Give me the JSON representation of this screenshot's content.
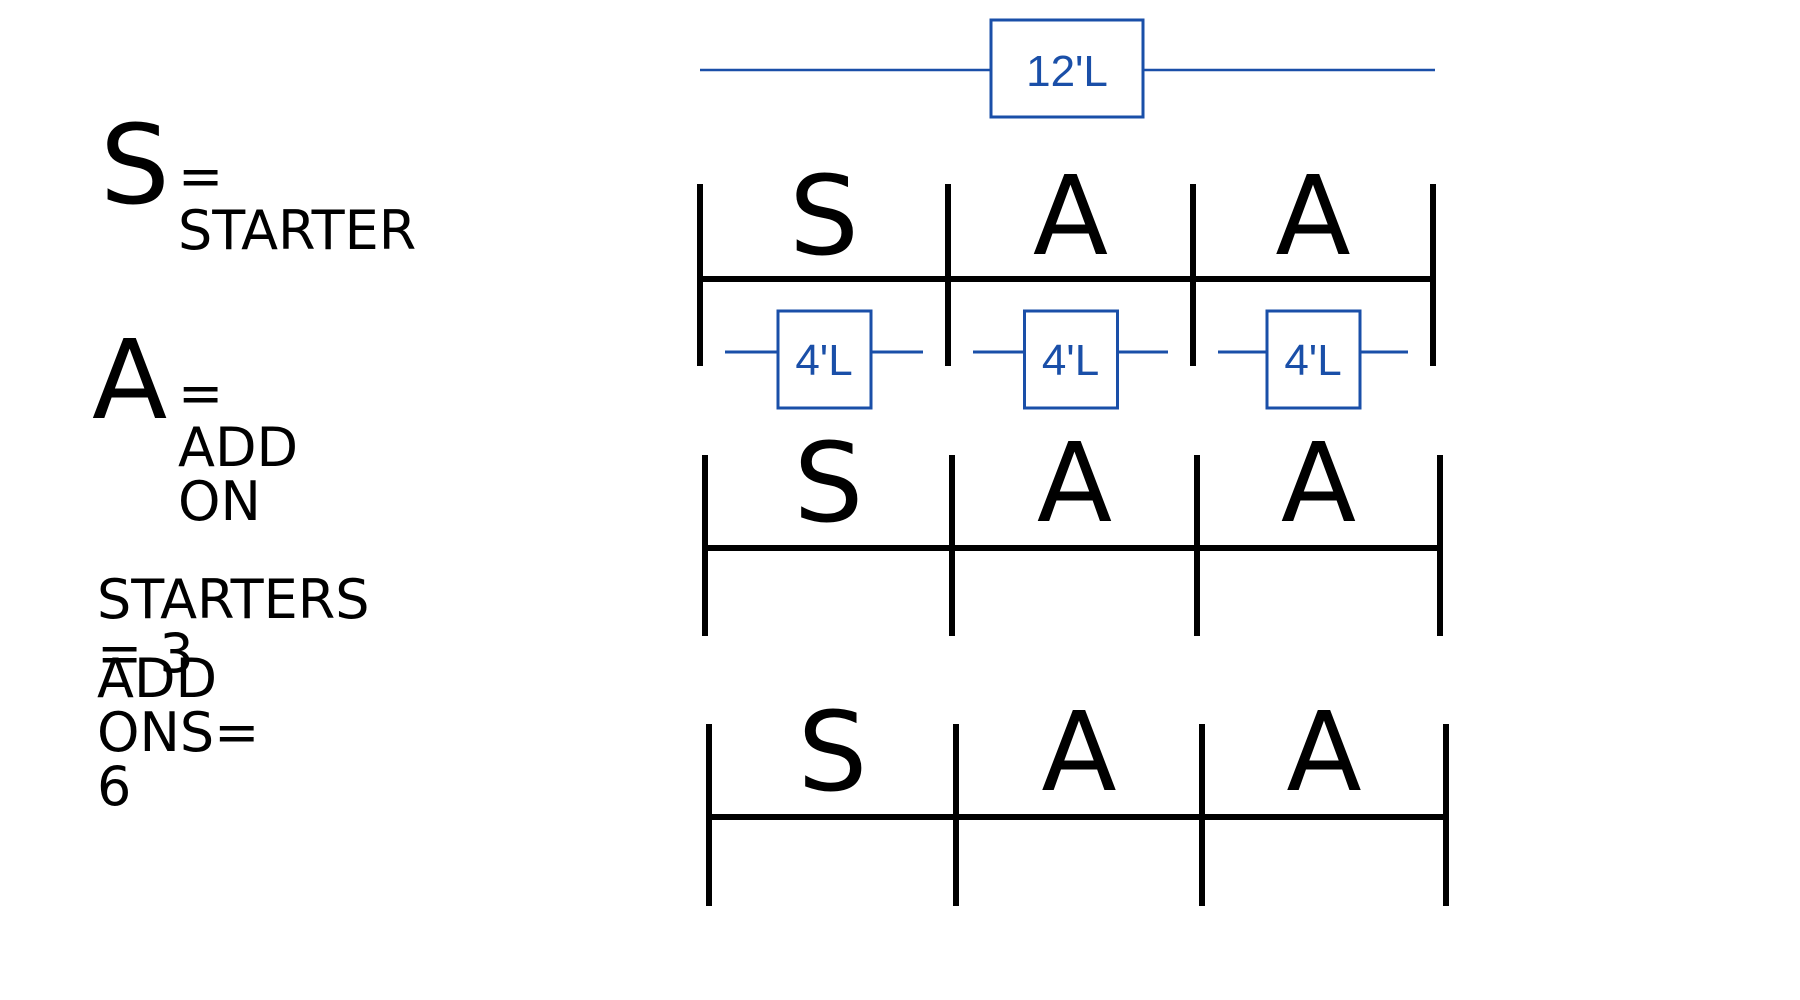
{
  "legend": {
    "starter_symbol": "S",
    "starter_text": "= STARTER",
    "addon_symbol": "A",
    "addon_text": "= ADD ON"
  },
  "totals": {
    "starters_line": "STARTERS = 3",
    "addons_line": "ADD ONS= 6"
  },
  "overall_dimension": "12'L",
  "segment_dimension": "4'L",
  "rows": [
    {
      "segments": [
        "S",
        "A",
        "A"
      ],
      "show_dimensions": true
    },
    {
      "segments": [
        "S",
        "A",
        "A"
      ],
      "show_dimensions": false
    },
    {
      "segments": [
        "S",
        "A",
        "A"
      ],
      "show_dimensions": false
    }
  ],
  "colors": {
    "line": "#000000",
    "dimension": "#1a4fa8"
  }
}
